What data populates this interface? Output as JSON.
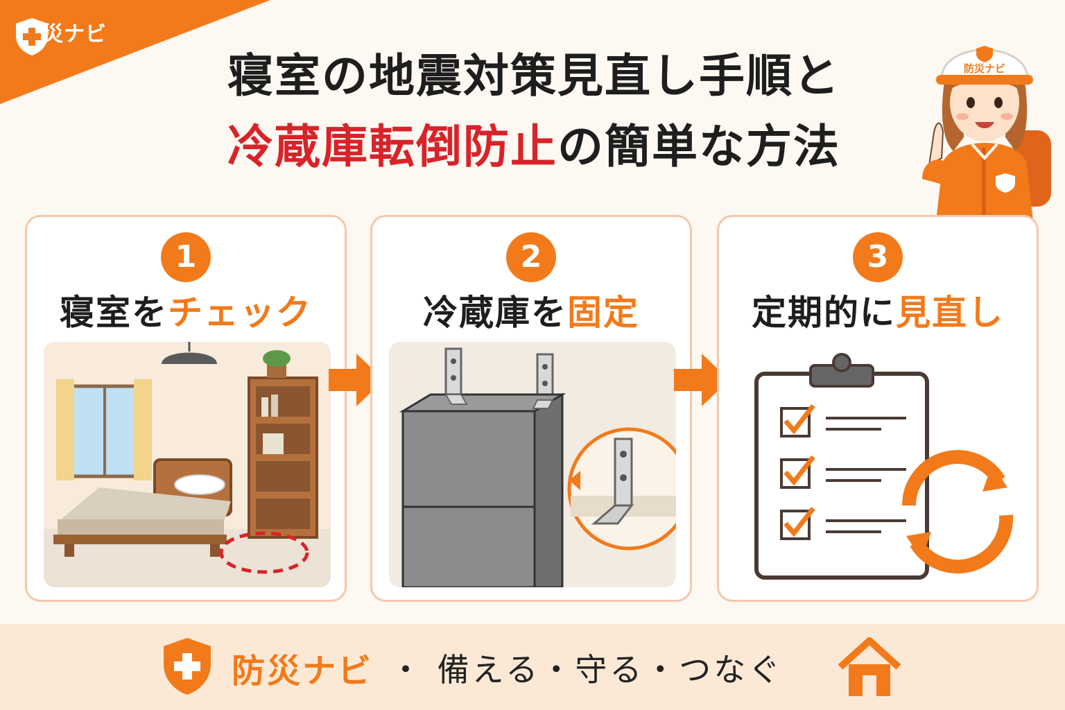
{
  "brand": {
    "name": "防災ナビ",
    "color_orange": "#f27a1a",
    "color_red": "#d8232a"
  },
  "title": {
    "line1": "寝室の地震対策見直し手順と",
    "line2_highlight": "冷蔵庫転倒防止",
    "line2_rest": "の簡単な方法"
  },
  "mascot": {
    "helmet_label": "防災ナビ"
  },
  "steps": [
    {
      "number": "1",
      "label_dark": "寝室を",
      "label_orange": "チェック",
      "illustration": "bedroom-icon"
    },
    {
      "number": "2",
      "label_dark": "冷蔵庫を",
      "label_orange": "固定",
      "illustration": "fridge-bracket-icon"
    },
    {
      "number": "3",
      "label_dark": "定期的に",
      "label_orange": "見直し",
      "illustration": "checklist-icon"
    }
  ],
  "footer": {
    "brand": "防災ナビ",
    "tagline": "・ 備える・守る・つなぐ"
  }
}
